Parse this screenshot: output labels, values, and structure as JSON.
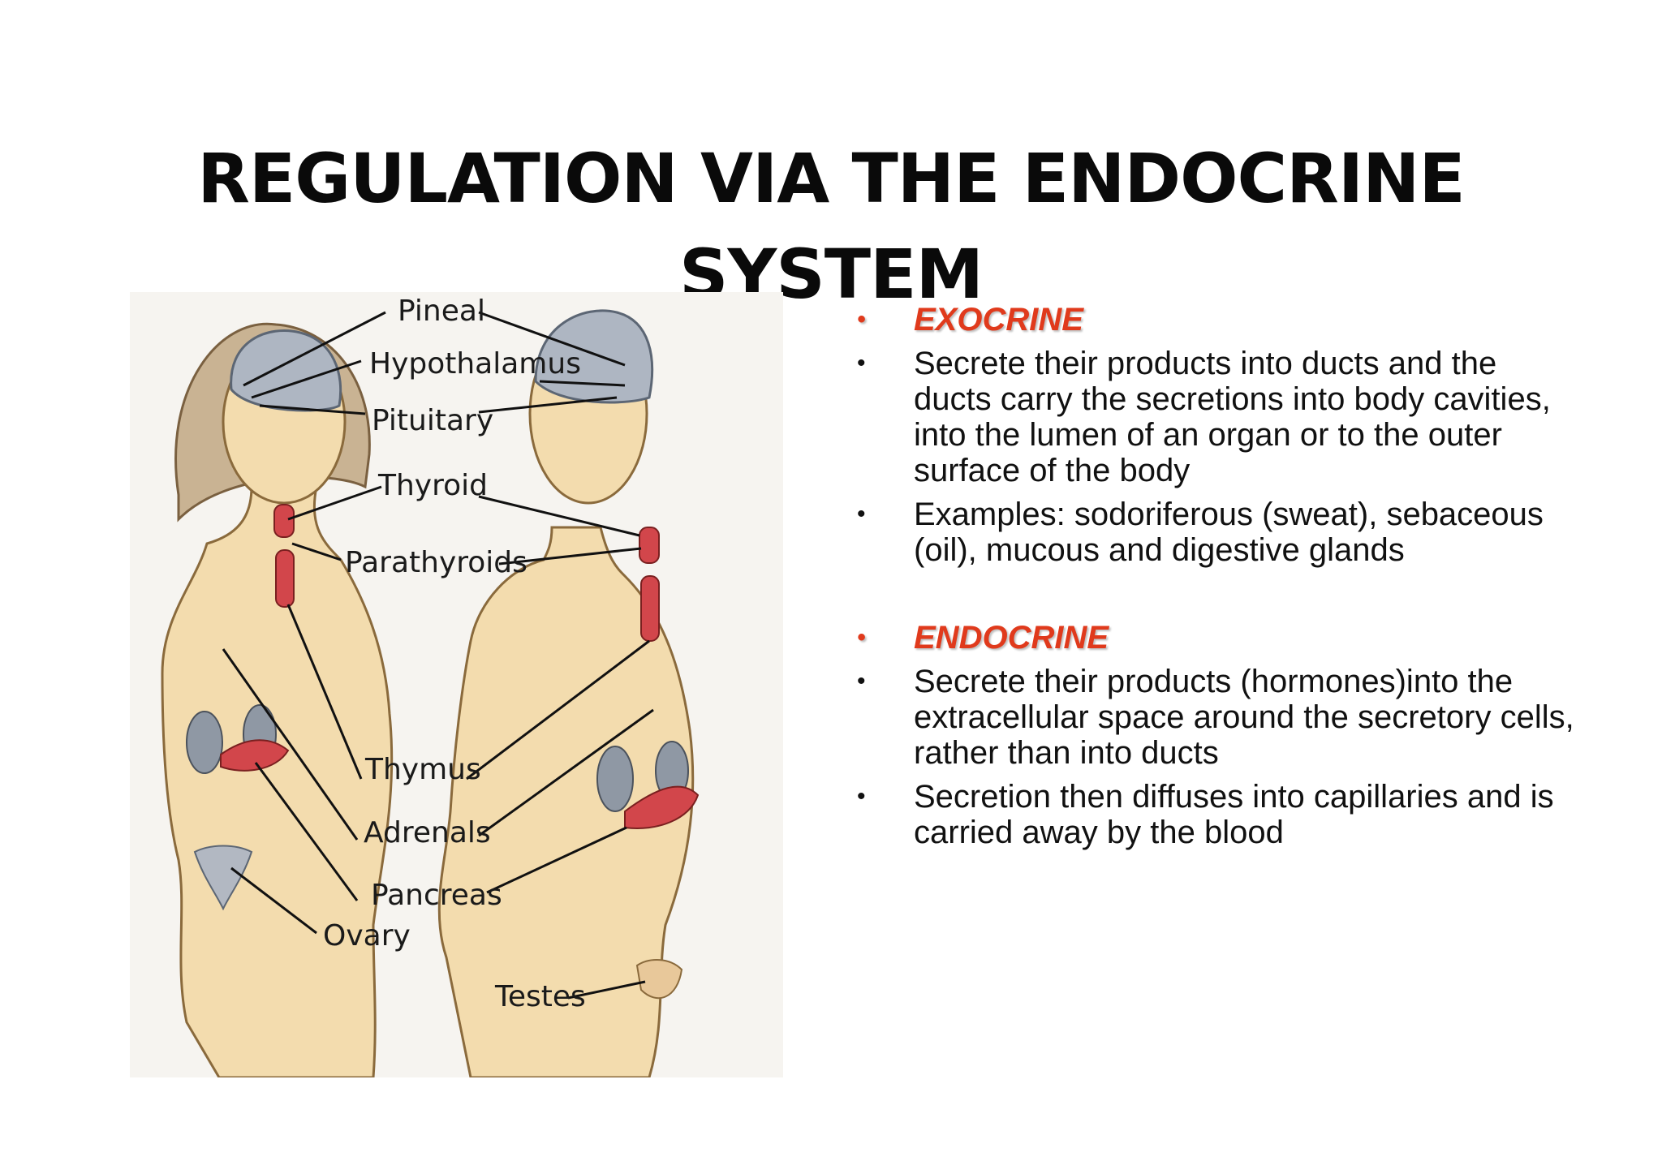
{
  "slide": {
    "title_line1": "REGULATION VIA THE ENDOCRINE",
    "title_line2": "SYSTEM"
  },
  "diagram": {
    "labels": {
      "pineal": "Pineal",
      "hypothalamus": "Hypothalamus",
      "pituitary": "Pituitary",
      "thyroid": "Thyroid",
      "parathyroids": "Parathyroids",
      "thymus": "Thymus",
      "adrenals": "Adrenals",
      "pancreas": "Pancreas",
      "ovary": "Ovary",
      "testes": "Testes"
    }
  },
  "exocrine": {
    "heading": "EXOCRINE",
    "bullet1": "Secrete their products into ducts and the ducts carry the secretions into body cavities, into the lumen of an organ or to the outer surface of the body",
    "bullet2": "Examples: sodoriferous (sweat), sebaceous (oil), mucous and digestive glands"
  },
  "endocrine": {
    "heading": "ENDOCRINE",
    "bullet1": "Secrete their products (hormones)into the extracellular space around the secretory cells, rather than into ducts",
    "bullet2": "Secretion then diffuses into capillaries and is carried away by the blood"
  },
  "colors": {
    "heading_accent": "#e03a1c",
    "skin": "#f3dcae",
    "skin_outline": "#8a6a3c",
    "brain": "#aeb6c2",
    "gland_red": "#d2464b",
    "kidney": "#8f98a4"
  }
}
